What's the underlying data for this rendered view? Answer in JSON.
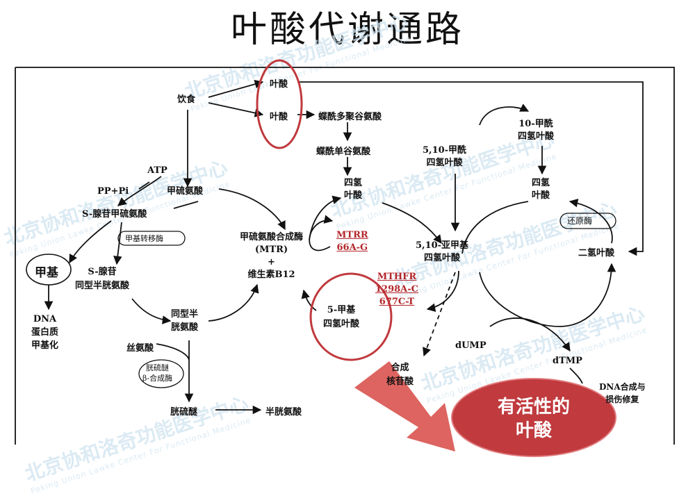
{
  "title": "叶酸代谢通路",
  "watermark": {
    "text": "北京协和洛奇功能医学中心",
    "subtext": "Peking Union Lawke Center For Functional Medicine"
  },
  "nodes": {
    "diet": "饮食",
    "folate_top": "叶酸",
    "folate_mid": "叶酸",
    "pteroylpoly": "蝶酰多聚谷氨酸",
    "pteroylmono": "蝶酰单谷氨酸",
    "thf_center": [
      "四氢",
      "叶酸"
    ],
    "methylene_thf": [
      "5,10-亚甲基",
      "四氢叶酸"
    ],
    "methenyl_thf": [
      "5,10-甲酰",
      "四氢叶酸"
    ],
    "formyl10_thf": [
      "10-甲酰",
      "四氢叶酸"
    ],
    "thf_right": [
      "四氢",
      "叶酸"
    ],
    "dhf": "二氢叶酸",
    "reductase": "还原酶",
    "methyl5_thf": [
      "5-甲基",
      "四氢叶酸"
    ],
    "ms": [
      "甲硫氨酸合成酶",
      "(MTR)",
      "+",
      "维生素B12"
    ],
    "atp": "ATP",
    "ppi": "PP+Pi",
    "methionine": "甲硫氨酸",
    "sam": "S-腺苷甲硫氨酸",
    "methyltransferase": "甲基转移酶",
    "methyl_group": "甲基",
    "sah": [
      "S-腺苷",
      "同型半胱氨酸"
    ],
    "dna_methylation": [
      "DNA",
      "蛋白质",
      "甲基化"
    ],
    "homocysteine": [
      "同型半",
      "胱氨酸"
    ],
    "serine": "丝氨酸",
    "cbs": [
      "胱硫醚",
      "β-合成酶"
    ],
    "cystathionine": "胱硫醚",
    "cysteine": "半胱氨酸",
    "nucleotide": [
      "合成",
      "核苷酸"
    ],
    "dump": "dUMP",
    "dtmp": "dTMP",
    "dna_repair": [
      "DNA合成与",
      "损伤修复"
    ]
  },
  "genes": {
    "mtrr": [
      "MTRR",
      "66A-G"
    ],
    "mthfr": [
      "MTHFR",
      "1298A-C",
      "677C-T"
    ]
  },
  "callout": [
    "有活性的",
    "叶酸"
  ],
  "colors": {
    "highlight_red": "#b3262a",
    "callout_fill": "#c03a3e",
    "arrow": "#d9534f",
    "ink": "#111111"
  }
}
